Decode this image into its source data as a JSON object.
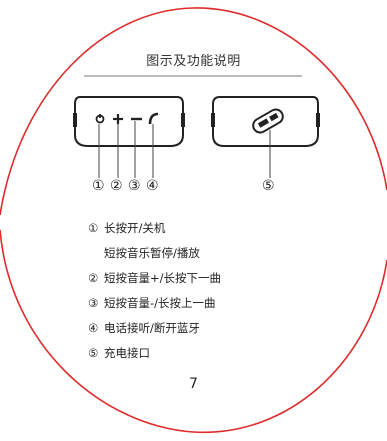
{
  "title": "图示及功能说明",
  "callout_numbers": [
    "①",
    "②",
    "③",
    "④",
    "⑤"
  ],
  "features": [
    {
      "num": "①",
      "text": "长按开/关机"
    },
    {
      "num": "",
      "text": "短按音乐暂停/播放"
    },
    {
      "num": "②",
      "text": "短按音量+/长按下一曲"
    },
    {
      "num": "③",
      "text": "短按音量-/长按上一曲"
    },
    {
      "num": "④",
      "text": "电话接听/断开蓝牙"
    },
    {
      "num": "⑤",
      "text": "充电接口"
    }
  ],
  "page_number": "7",
  "colors": {
    "border": "#e02b2b",
    "rule": "#bdbdbd",
    "ink": "#222222"
  },
  "icons": [
    "power-icon",
    "plus-icon",
    "minus-icon",
    "phone-icon",
    "usb-port-icon"
  ]
}
